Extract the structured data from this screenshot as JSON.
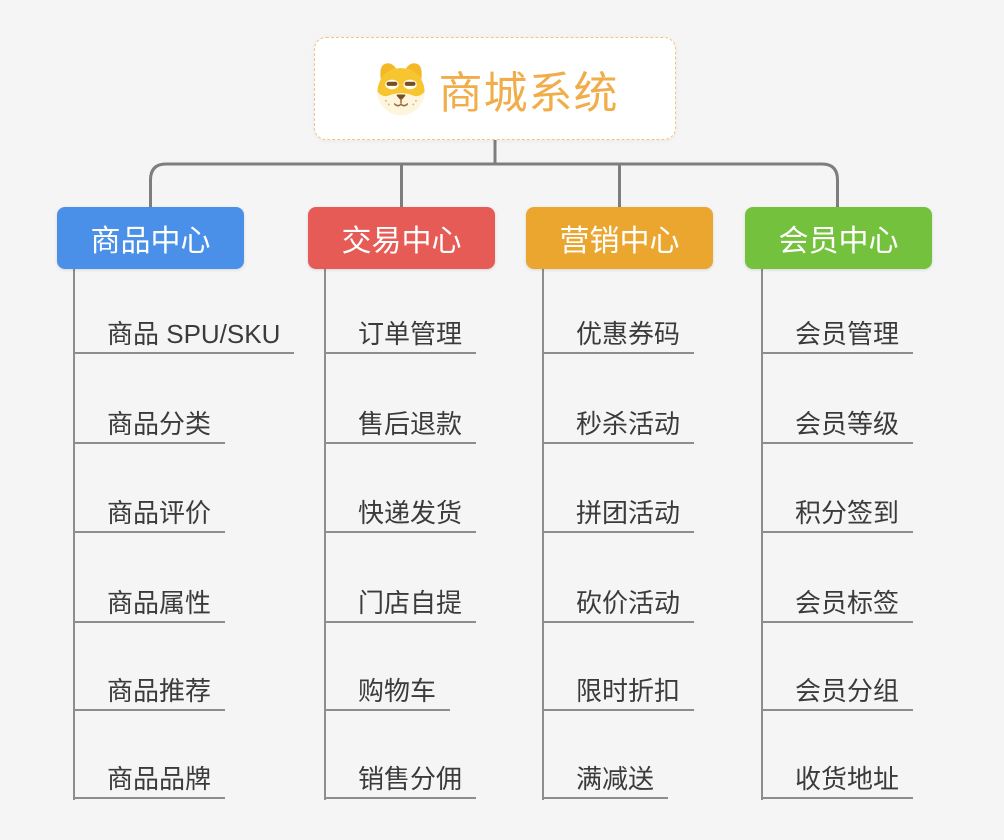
{
  "page": {
    "background_color": "#f5f5f6"
  },
  "root": {
    "title": "商城系统",
    "icon": "dog-face-icon",
    "title_color": "#F0AD49",
    "border_color": "#F2C57E"
  },
  "lines": {
    "connector_color": "#7e7e7e",
    "branch_line_color": "#8d8d8d"
  },
  "branches": [
    {
      "id": "product-center",
      "label": "商品中心",
      "color": "#4A90E8",
      "children": [
        "商品 SPU/SKU",
        "商品分类",
        "商品评价",
        "商品属性",
        "商品推荐",
        "商品品牌"
      ]
    },
    {
      "id": "trade-center",
      "label": "交易中心",
      "color": "#E65B55",
      "children": [
        "订单管理",
        "售后退款",
        "快递发货",
        "门店自提",
        "购物车",
        "销售分佣"
      ]
    },
    {
      "id": "marketing-center",
      "label": "营销中心",
      "color": "#EBA62F",
      "children": [
        "优惠券码",
        "秒杀活动",
        "拼团活动",
        "砍价活动",
        "限时折扣",
        "满减送"
      ]
    },
    {
      "id": "member-center",
      "label": "会员中心",
      "color": "#74C13D",
      "children": [
        "会员管理",
        "会员等级",
        "积分签到",
        "会员标签",
        "会员分组",
        "收货地址"
      ]
    }
  ]
}
